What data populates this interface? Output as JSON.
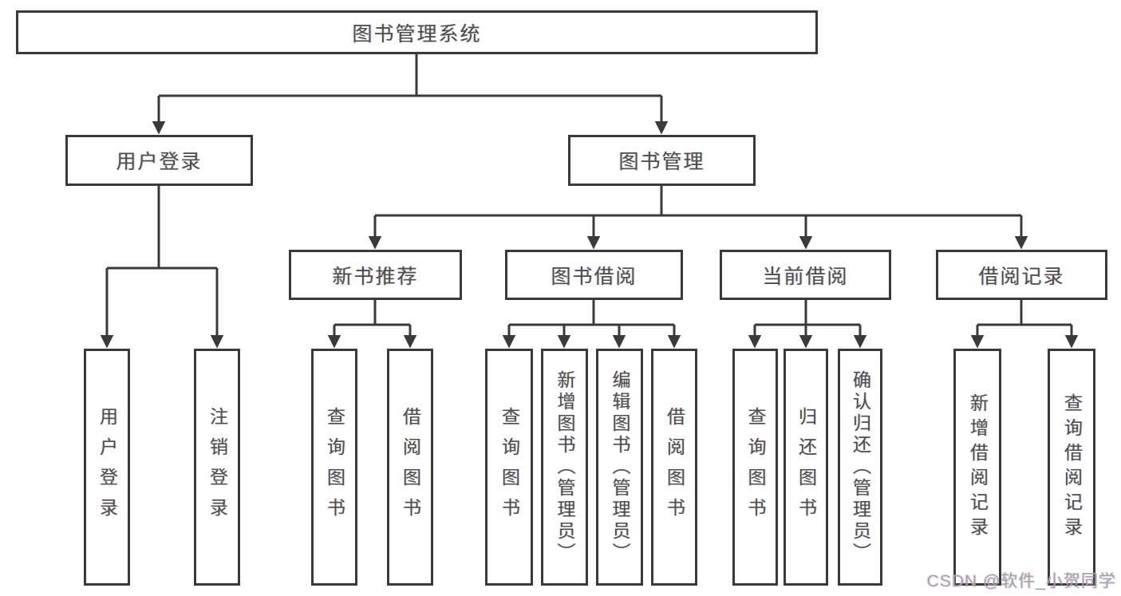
{
  "diagram": {
    "colors": {
      "line": "#3a3a3a",
      "text": "#4d4d4d",
      "background": "#ffffff",
      "watermark": "#a6a6a6"
    },
    "nodes": {
      "root": "图书管理系统",
      "user_login": "用户登录",
      "book_management": "图书管理",
      "new_book_recommend": "新书推荐",
      "book_borrow": "图书借阅",
      "current_borrow": "当前借阅",
      "borrow_records": "借阅记录"
    },
    "leaves": {
      "user_login": [
        "用户登录",
        "注销登录"
      ],
      "new_book_recommend": [
        "查询图书",
        "借阅图书"
      ],
      "book_borrow": [
        "查询图书",
        "新增图书（管理员）",
        "编辑图书（管理员）",
        "借阅图书"
      ],
      "current_borrow": [
        "查询图书",
        "归还图书",
        "确认归还（管理员）"
      ],
      "borrow_records": [
        "新增借阅记录",
        "查询借阅记录"
      ]
    },
    "watermark": "CSDN @软件_小贺同学"
  }
}
